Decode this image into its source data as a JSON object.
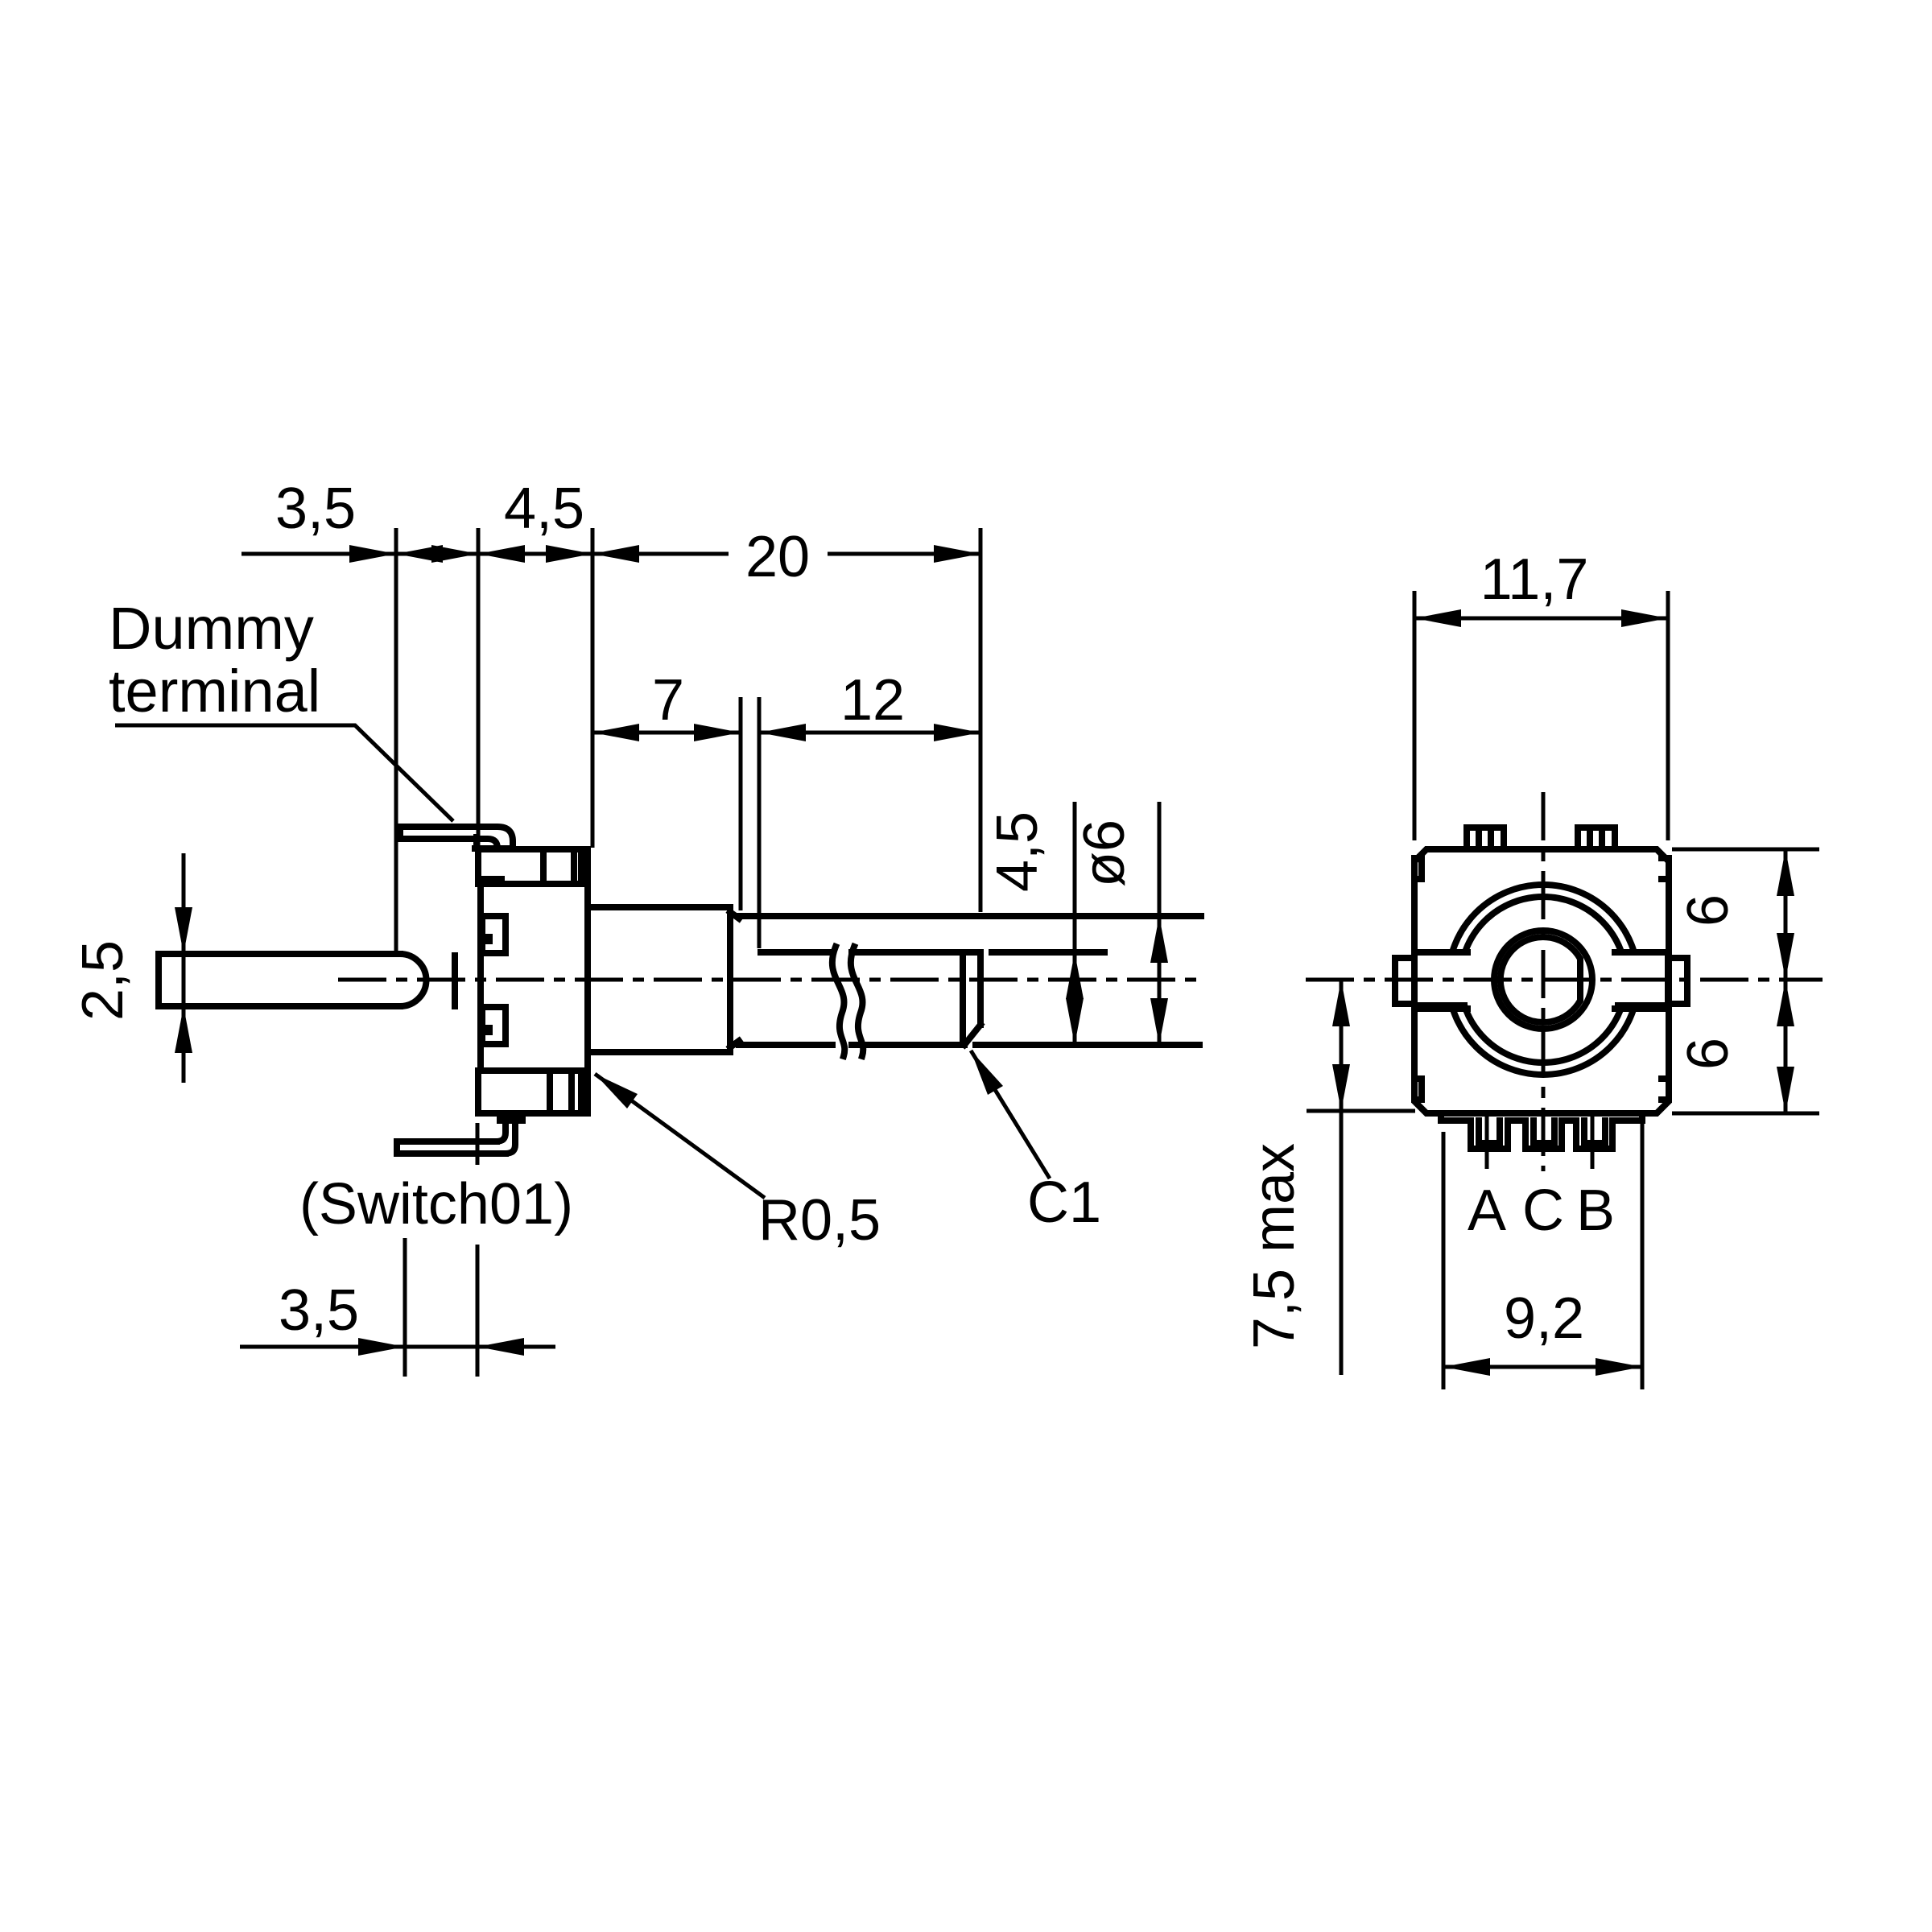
{
  "drawing": {
    "background": "#ffffff",
    "line_color": "#000000",
    "side_view": {
      "labels": {
        "dim_3_5_top": "3,5",
        "dim_4_5_top": "4,5",
        "dim_20": "20",
        "dim_7": "7",
        "dim_12": "12",
        "dim_2_5": "2,5",
        "dim_4_5_shaft": "4,5",
        "dim_dia_6": "ø6",
        "dim_3_5_bottom": "3,5",
        "dummy_terminal_line1": "Dummy",
        "dummy_terminal_line2": "terminal",
        "switch01": "(Switch01)",
        "r0_5": "R0,5",
        "c1": "C1"
      }
    },
    "front_view": {
      "labels": {
        "dim_11_7": "11,7",
        "dim_6_upper": "6",
        "dim_6_lower": "6",
        "dim_7_5_max": "7,5 max",
        "pin_a": "A",
        "pin_c": "C",
        "pin_b": "B",
        "dim_9_2": "9,2"
      }
    }
  }
}
